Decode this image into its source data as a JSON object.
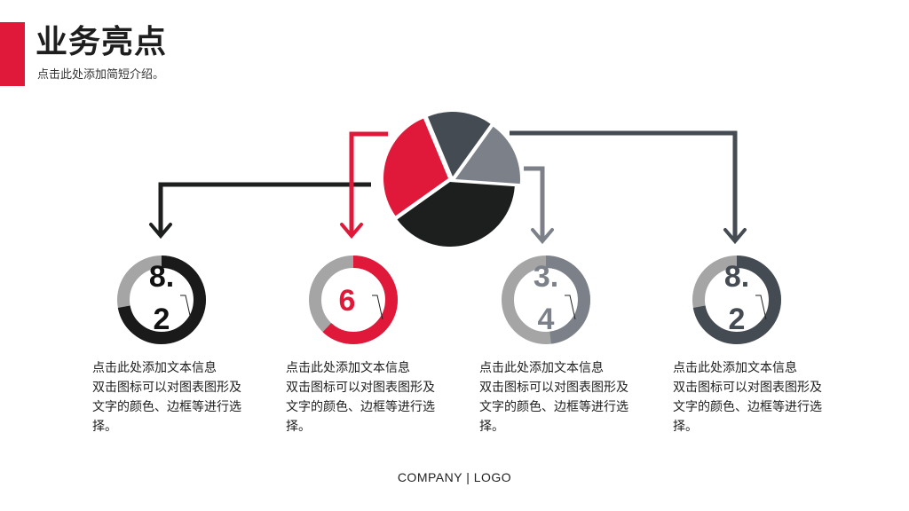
{
  "header": {
    "title": "业务亮点",
    "subtitle": "点击此处添加简短介绍。"
  },
  "colors": {
    "red": "#e0193a",
    "black": "#1c1f1e",
    "dark_gray": "#454b52",
    "light_gray": "#7c8189",
    "ring_track": "#a5a5a5"
  },
  "chart_data": {
    "type": "pie",
    "pie": {
      "slices": [
        {
          "value": 8.2,
          "color": "#1c1f1e"
        },
        {
          "value": 6,
          "color": "#e0193a"
        },
        {
          "value": 3.4,
          "color": "#454b52"
        },
        {
          "value": 3.4,
          "color": "#7c8189"
        }
      ]
    },
    "rings": [
      {
        "value_line1": "8.",
        "value_line2": "2",
        "fraction": 0.72,
        "color": "#1a1a1a"
      },
      {
        "value_line1": "6",
        "value_line2": "",
        "fraction": 0.62,
        "color": "#e0193a"
      },
      {
        "value_line1": "3.",
        "value_line2": "4",
        "fraction": 0.48,
        "color": "#7c8189"
      },
      {
        "value_line1": "8.",
        "value_line2": "2",
        "fraction": 0.72,
        "color": "#454b52"
      }
    ]
  },
  "items": [
    {
      "line1": "点击此处添加文本信息",
      "line2": "双击图标可以对图表图形及",
      "line3": "文字的颜色、边框等进行选",
      "line4": "择。"
    },
    {
      "line1": "点击此处添加文本信息",
      "line2": "双击图标可以对图表图形及",
      "line3": "文字的颜色、边框等进行选",
      "line4": "择。"
    },
    {
      "line1": "点击此处添加文本信息",
      "line2": "双击图标可以对图表图形及",
      "line3": "文字的颜色、边框等进行选",
      "line4": "择。"
    },
    {
      "line1": "点击此处添加文本信息",
      "line2": "双击图标可以对图表图形及",
      "line3": "文字的颜色、边框等进行选",
      "line4": "择。"
    }
  ],
  "footer": {
    "text": "COMPANY  |  LOGO"
  }
}
